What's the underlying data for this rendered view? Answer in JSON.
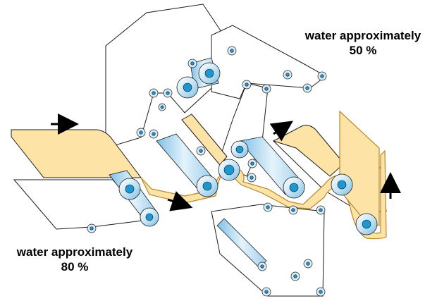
{
  "labels": {
    "top_right": {
      "line1": "water approximately",
      "line2": "50 %"
    },
    "bottom_left": {
      "line1": "water approximately",
      "line2": "80 %"
    }
  },
  "colors": {
    "sheet": "#fde4a6",
    "sheet_edge": "#b7862b",
    "felt": "#ffffff",
    "roll_light": "#d6ecf7",
    "roll_mid": "#9fd0ee",
    "roll_core": "#1a98d4",
    "outline": "#1b1b1b",
    "arrow": "#000000"
  },
  "icons": {
    "flow_arrow": "arrow-icon",
    "roll": "roll-icon"
  }
}
